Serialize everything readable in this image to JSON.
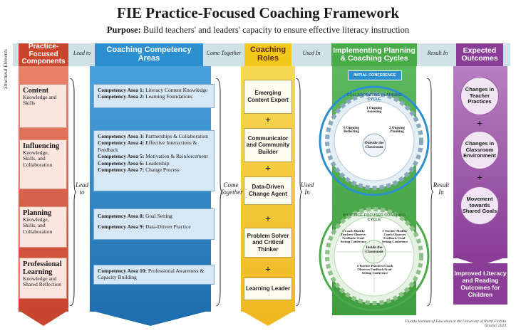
{
  "title": "FIE Practice-Focused Coaching Framework",
  "purpose": {
    "label": "Purpose:",
    "text": "Build teachers' and leaders' capacity to ensure effective literacy instruction"
  },
  "structural_label": "Structural Elements",
  "headers": {
    "pf": "Practice-Focused Components",
    "cca": "Coaching Competency Areas",
    "roles": "Coaching Roles",
    "cycles": "Implementing Planning & Coaching Cycles",
    "outcomes": "Expected Outcomes"
  },
  "connectors": {
    "lead_to": "Lead to",
    "come_together": "Come Together",
    "used_in": "Used In",
    "result_in": "Result In"
  },
  "side_labels": {
    "lead_to": "Lead to",
    "come_together": "Come Together",
    "used_in": "Used In",
    "result_in": "Result In"
  },
  "components": [
    {
      "title": "Content",
      "sub": "Knowledge and Skills"
    },
    {
      "title": "Influencing",
      "sub": "Knowledge, Skills, and Collaboration"
    },
    {
      "title": "Planning",
      "sub": "Knowledge, Skills, and Collaboration"
    },
    {
      "title": "Professional Learning",
      "sub": "Knowledge and Shared Reflection"
    }
  ],
  "competency_groups": [
    [
      {
        "area": "Competency Area 1:",
        "text": "Literacy Content Knowledge"
      },
      {
        "area": "Competency Area 2:",
        "text": "Learning Foundations"
      }
    ],
    [
      {
        "area": "Competency Area 3:",
        "text": "Partnerships & Collaboration"
      },
      {
        "area": "Competency Area 4:",
        "text": "Effective Interactions & Feedback"
      },
      {
        "area": "Competency Area 5:",
        "text": "Motivation & Reinforcement"
      },
      {
        "area": "Competency Area 6:",
        "text": "Leadership"
      },
      {
        "area": "Competency Area 7:",
        "text": "Change Process"
      }
    ],
    [
      {
        "area": "Competency Area 8:",
        "text": "Goal Setting"
      },
      {
        "area": "Competency Area 9:",
        "text": "Data-Driven Practice"
      }
    ],
    [
      {
        "area": "Competency Area 10:",
        "text": "Professional Awareness & Capacity Building"
      }
    ]
  ],
  "roles": [
    "Emerging Content Expert",
    "Communicator and Community Builder",
    "Data-Driven Change Agent",
    "Problem Solver and Critical Thinker",
    "Learning Leader"
  ],
  "cycles": {
    "initial": "INITIAL CONFERENCE",
    "collab_title": "COLLABORATIVE PLANNING CYCLE",
    "collab_center": "Outside the Classroom",
    "collab_steps": [
      "1 Ongoing Assessing",
      "2 Ongoing Planning",
      "6 Ongoing Reflecting"
    ],
    "coach_title": "PRACTICE-FOCUSED COACHING CYCLE",
    "coach_center": "Inside the Classroom",
    "coach_steps": [
      "3 Coach Models/ Teachers Observe; Feedback/ Goal-Setting Conference",
      "5 Teacher Models/ Coach Observes Feedback/ Goal-Setting Conference",
      "4 Teacher Practices/Coach Observes Feedback/Goal-Setting Conference"
    ]
  },
  "outcomes": [
    "Changes in Teacher Practices",
    "Changes in Classroom Environment",
    "Movement towards Shared Goals",
    "Improved Literacy and Reading Outcomes for Children"
  ],
  "footer": [
    "Florida Institute of Education at the University of North Florida",
    "October 2024"
  ],
  "colors": {
    "pf": "#c8452e",
    "cca": "#2c8fd0",
    "roles": "#f2c81b",
    "cycles": "#4aab4a",
    "outcomes": "#8a3d97",
    "band": "#cfe3e6"
  }
}
